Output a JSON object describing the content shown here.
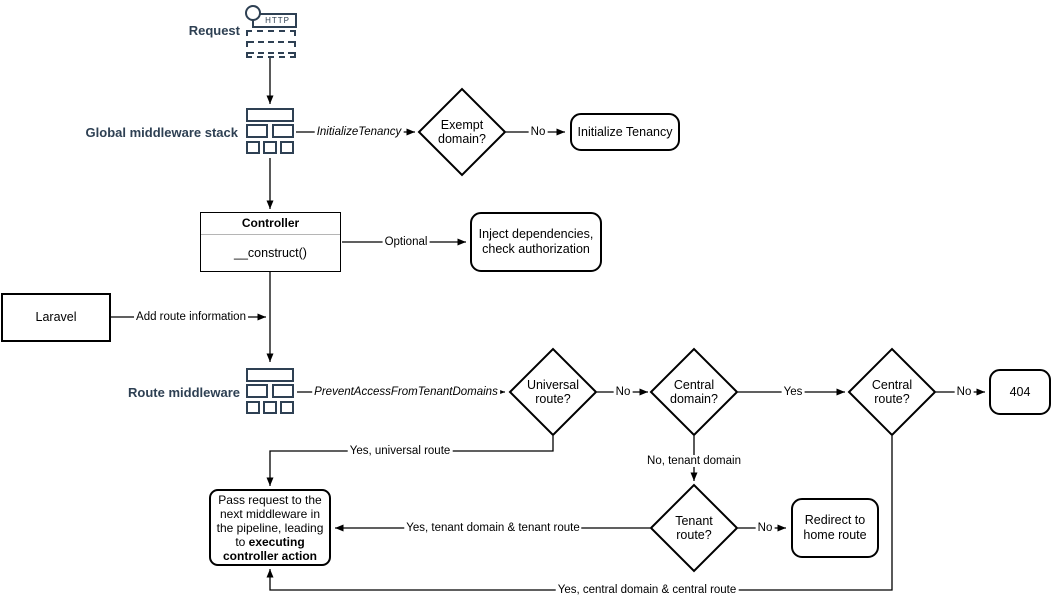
{
  "colors": {
    "icon_accent": "#2e4053",
    "shape_stroke": "#000000",
    "canvas_background": "#ffffff"
  },
  "section_labels": {
    "request": "Request",
    "global_middleware_stack": "Global middleware stack",
    "route_middleware": "Route middleware"
  },
  "request_icon": {
    "protocol_label": "HTTP"
  },
  "nodes": {
    "exempt_domain": {
      "label": "Exempt domain?"
    },
    "initialize_tenancy": {
      "label": "Initialize Tenancy"
    },
    "controller": {
      "title": "Controller",
      "method": "__construct()"
    },
    "inject_dependencies": {
      "label": "Inject dependencies, check authorization"
    },
    "laravel": {
      "label": "Laravel"
    },
    "universal_route": {
      "label": "Universal route?"
    },
    "central_domain": {
      "label": "Central domain?"
    },
    "central_route": {
      "label": "Central route?"
    },
    "not_found": {
      "label": "404"
    },
    "tenant_route": {
      "label": "Tenant route?"
    },
    "redirect_home": {
      "label": "Redirect to home route"
    },
    "pass_request": {
      "text_before": "Pass request to the next middleware in the pipeline, leading to ",
      "text_bold": "executing controller action"
    }
  },
  "edge_labels": {
    "initialize_tenancy_middleware": "InitializeTenancy",
    "exempt_no": "No",
    "optional": "Optional",
    "add_route_information": "Add route information",
    "prevent_access_middleware": "PreventAccessFromTenantDomains",
    "universal_no": "No",
    "central_domain_yes": "Yes",
    "central_route_no": "No",
    "universal_yes": "Yes, universal route",
    "tenant_domain_no": "No, tenant domain",
    "tenant_route_no": "No",
    "tenant_yes": "Yes, tenant domain & tenant route",
    "central_yes": "Yes, central domain & central route"
  }
}
